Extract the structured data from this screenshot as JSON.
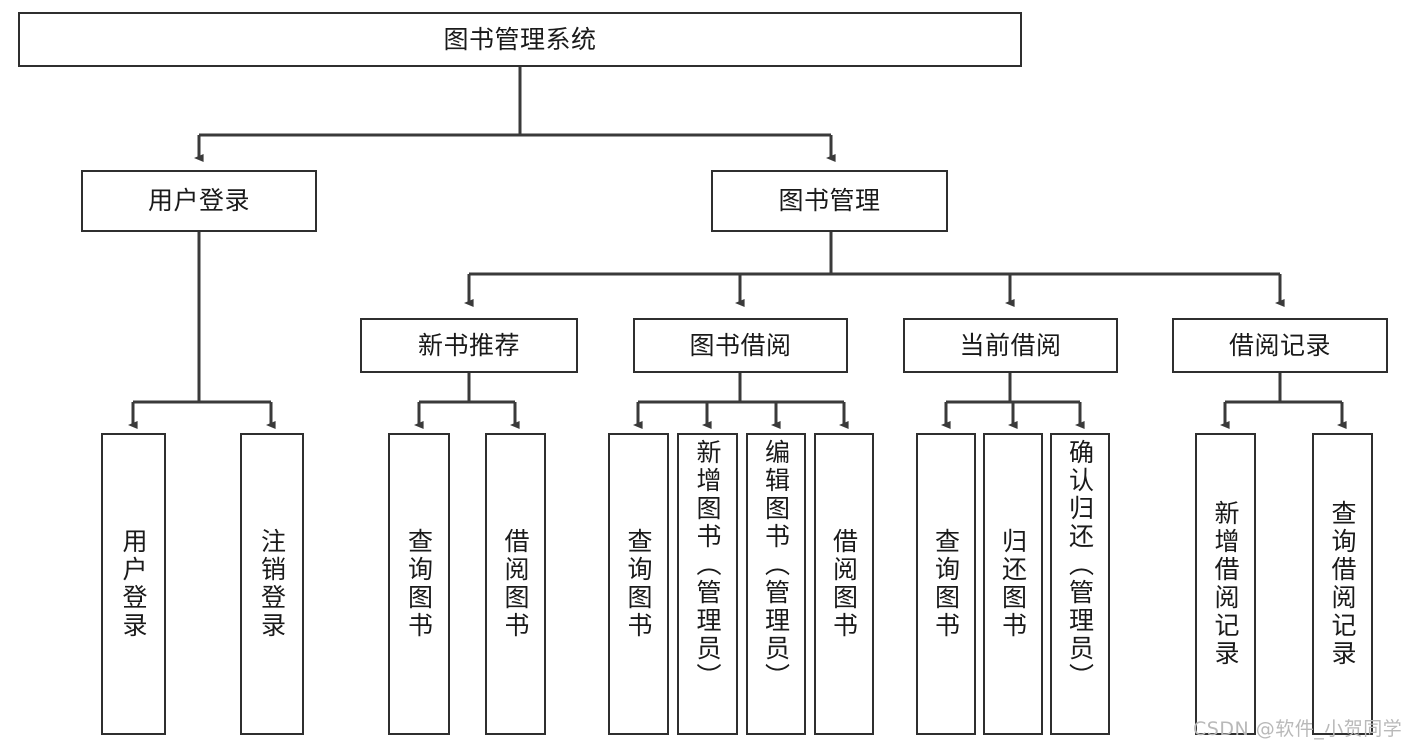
{
  "diagram": {
    "title": "图书管理系统",
    "type": "hierarchy-tree",
    "watermark": "CSDN @软件_小贺同学",
    "colors": {
      "background": "#ffffff",
      "box_border": "#2f2f2f",
      "box_fill": "#ffffff",
      "connector": "#3a3a3a",
      "text": "#1a1a1a",
      "watermark": "#b9b9b9"
    },
    "levels": {
      "root": {
        "label": "图书管理系统"
      },
      "level2": [
        {
          "id": "user-login",
          "label": "用户登录"
        },
        {
          "id": "book-manage",
          "label": "图书管理"
        }
      ],
      "level3": [
        {
          "id": "new-book-rec",
          "label": "新书推荐",
          "parent": "book-manage"
        },
        {
          "id": "book-borrow",
          "label": "图书借阅",
          "parent": "book-manage"
        },
        {
          "id": "current-borrow",
          "label": "当前借阅",
          "parent": "book-manage"
        },
        {
          "id": "borrow-record",
          "label": "借阅记录",
          "parent": "book-manage"
        }
      ],
      "leaves": [
        {
          "id": "leaf-user-login",
          "label": "用户登录",
          "parent": "user-login"
        },
        {
          "id": "leaf-logout",
          "label": "注销登录",
          "parent": "user-login"
        },
        {
          "id": "leaf-query-book-1",
          "label": "查询图书",
          "parent": "new-book-rec"
        },
        {
          "id": "leaf-borrow-book-1",
          "label": "借阅图书",
          "parent": "new-book-rec"
        },
        {
          "id": "leaf-query-book-2",
          "label": "查询图书",
          "parent": "book-borrow"
        },
        {
          "id": "leaf-add-book",
          "label": "新增图书（管理员）",
          "parent": "book-borrow"
        },
        {
          "id": "leaf-edit-book",
          "label": "编辑图书（管理员）",
          "parent": "book-borrow"
        },
        {
          "id": "leaf-borrow-book-2",
          "label": "借阅图书",
          "parent": "book-borrow"
        },
        {
          "id": "leaf-query-book-3",
          "label": "查询图书",
          "parent": "current-borrow"
        },
        {
          "id": "leaf-return-book",
          "label": "归还图书",
          "parent": "current-borrow"
        },
        {
          "id": "leaf-confirm-return",
          "label": "确认归还（管理员）",
          "parent": "current-borrow"
        },
        {
          "id": "leaf-add-record",
          "label": "新增借阅记录",
          "parent": "borrow-record"
        },
        {
          "id": "leaf-query-record",
          "label": "查询借阅记录",
          "parent": "borrow-record"
        }
      ]
    }
  }
}
